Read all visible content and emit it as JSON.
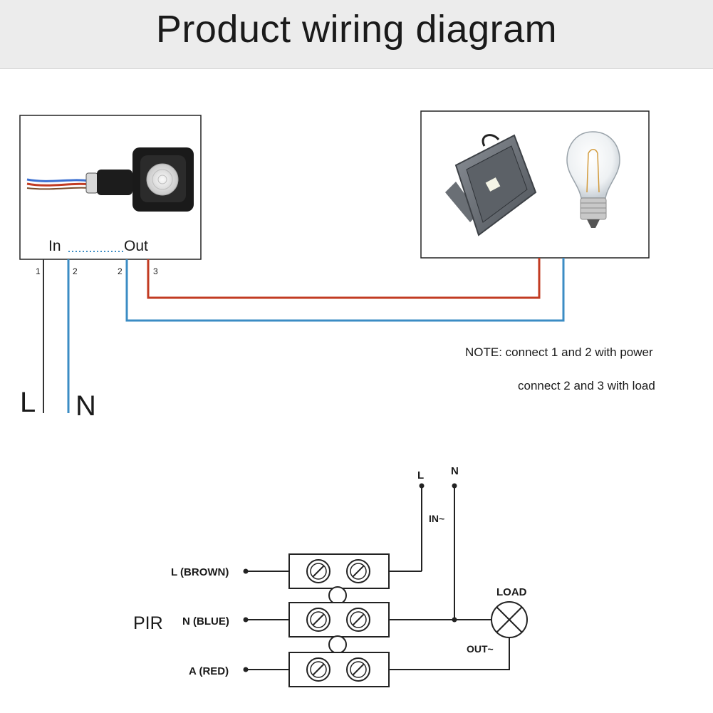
{
  "title": "Product wiring diagram",
  "top_diagram": {
    "sensor_labels": {
      "in": "In",
      "out": "Out"
    },
    "terminals": [
      "1",
      "2",
      "2",
      "3"
    ],
    "supply": {
      "l": "L",
      "n": "N"
    },
    "note_line1": "NOTE: connect 1 and 2 with power",
    "note_line2": "connect 2 and 3 with load"
  },
  "bottom_diagram": {
    "supply_l": "L",
    "supply_n": "N",
    "in_label": "IN~",
    "out_label": "OUT~",
    "load_label": "LOAD",
    "pir_label": "PIR",
    "wires": [
      "L (BROWN)",
      "N (BLUE)",
      "A (RED)"
    ]
  },
  "colors": {
    "live_wire": "#c23b22",
    "neutral_wire": "#3b8cc4",
    "black_wire": "#333333",
    "header_bg": "#ececec"
  }
}
